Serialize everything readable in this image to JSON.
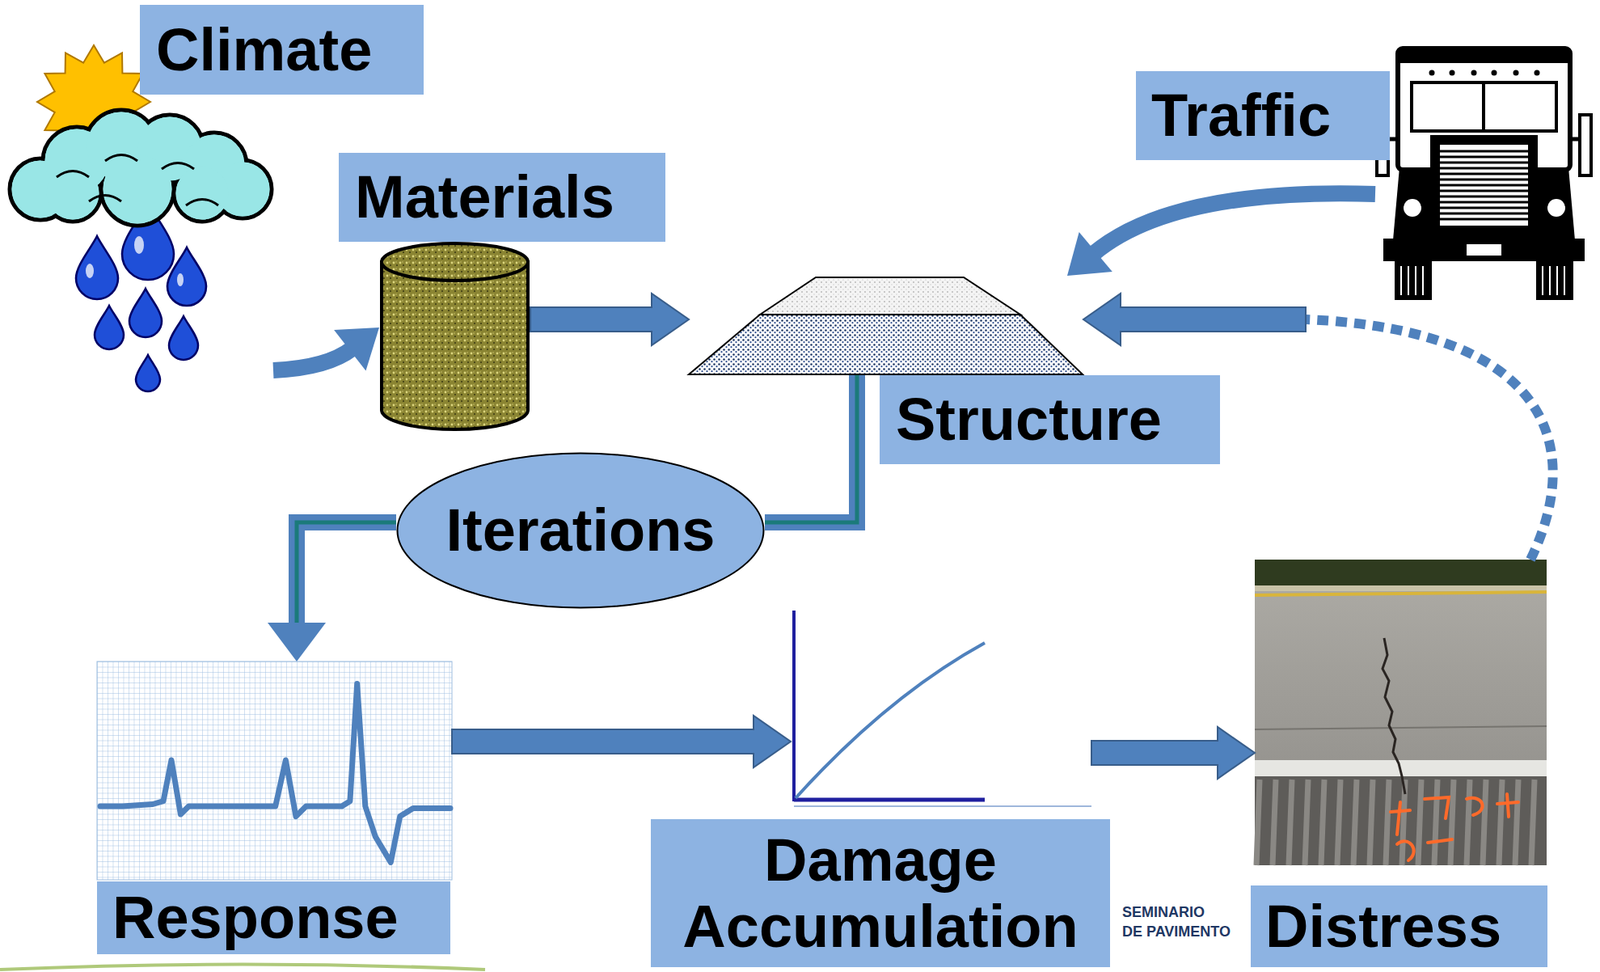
{
  "diagram": {
    "nodes": [
      {
        "text": [
          "Climate"
        ]
      },
      {
        "text": [
          "Materials"
        ]
      },
      {
        "text": [
          "Traffic"
        ]
      },
      {
        "text": [
          "Structure"
        ]
      },
      {
        "text": [
          "Iterations"
        ]
      },
      {
        "text": [
          "Response"
        ]
      },
      {
        "text": [
          "Damage Accumulation"
        ]
      },
      {
        "text": [
          "Distress"
        ]
      }
    ],
    "edges": [
      {
        "from": 0,
        "to": 1,
        "arrow": "to"
      },
      {
        "from": 1,
        "to": 3,
        "arrow": "to"
      },
      {
        "from": 2,
        "to": 3,
        "arrow": "to"
      },
      {
        "from": 3,
        "to": 4,
        "arrow": "none"
      },
      {
        "from": 4,
        "to": 5,
        "arrow": "to"
      },
      {
        "from": 5,
        "to": 6,
        "arrow": "to"
      },
      {
        "from": 6,
        "to": 7,
        "arrow": "to"
      },
      {
        "from": 7,
        "to": 3,
        "arrow": "to"
      }
    ],
    "labels": [
      "SEMINARIO",
      "DE PAVIMENTO"
    ]
  }
}
